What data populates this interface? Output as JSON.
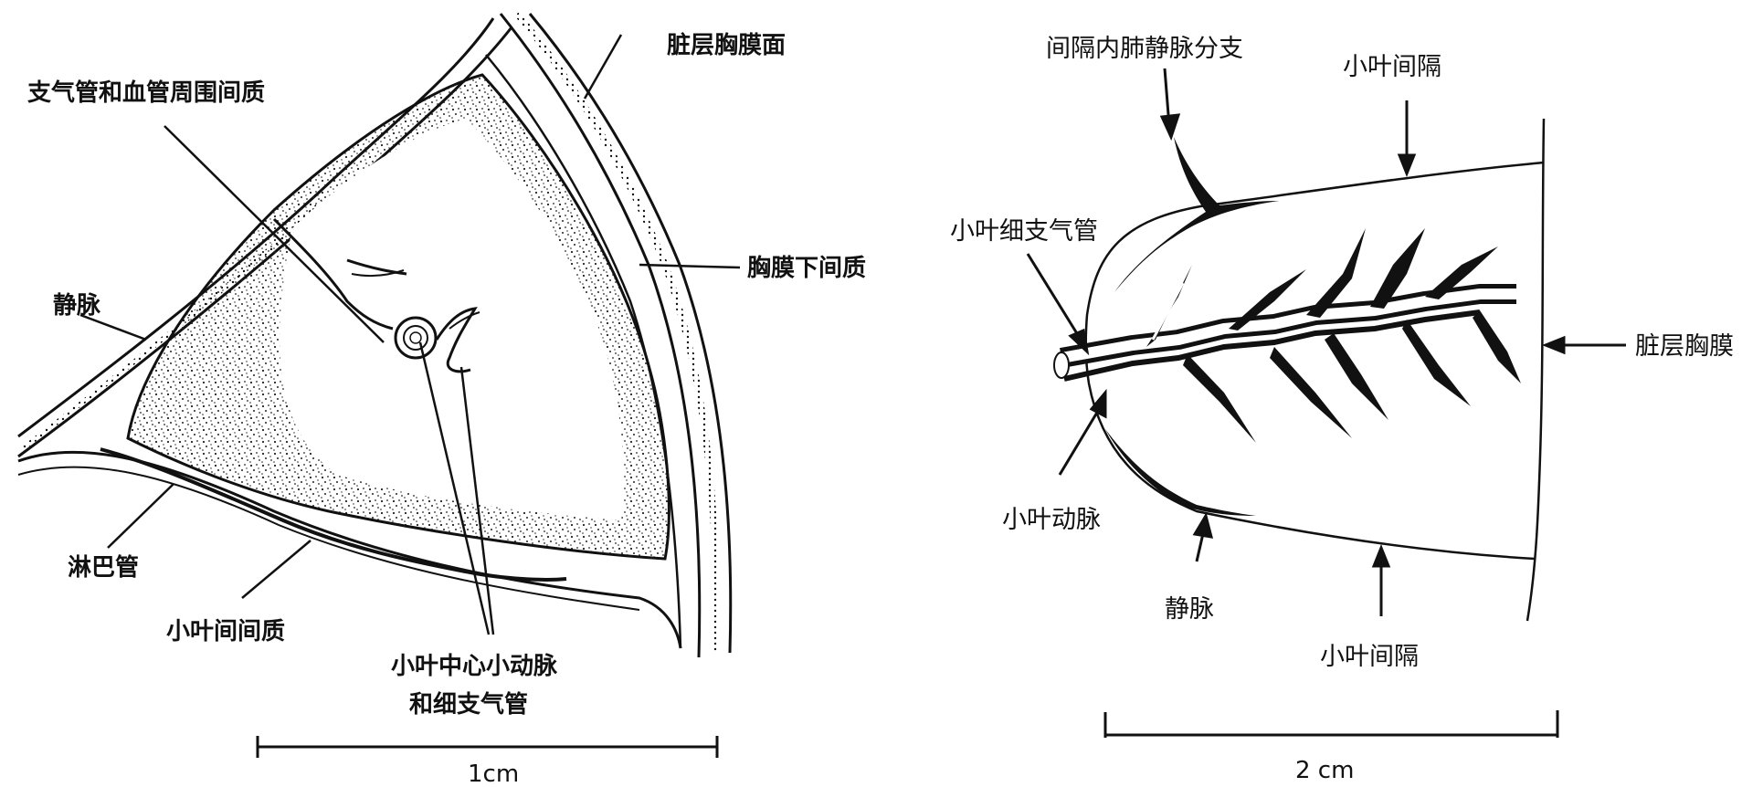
{
  "left_diagram": {
    "labels": {
      "visceral_pleura_surface": "脏层胸膜面",
      "peribronchovascular_interstitium": "支气管和血管周围间质",
      "subpleural_interstitium": "胸膜下间质",
      "vein": "静脉",
      "lymphatic": "淋巴管",
      "interlobular_interstitium": "小叶间间质",
      "centrilobular_line1": "小叶中心小动脉",
      "centrilobular_line2": "和细支气管"
    },
    "scale_label": "1cm"
  },
  "right_diagram": {
    "labels": {
      "septal_vein_branch": "间隔内肺静脉分支",
      "interlobular_septum_top": "小叶间隔",
      "lobular_bronchiole": "小叶细支气管",
      "visceral_pleura": "脏层胸膜",
      "lobular_artery": "小叶动脉",
      "vein": "静脉",
      "interlobular_septum_bottom": "小叶间隔"
    },
    "scale_label": "2 cm"
  }
}
